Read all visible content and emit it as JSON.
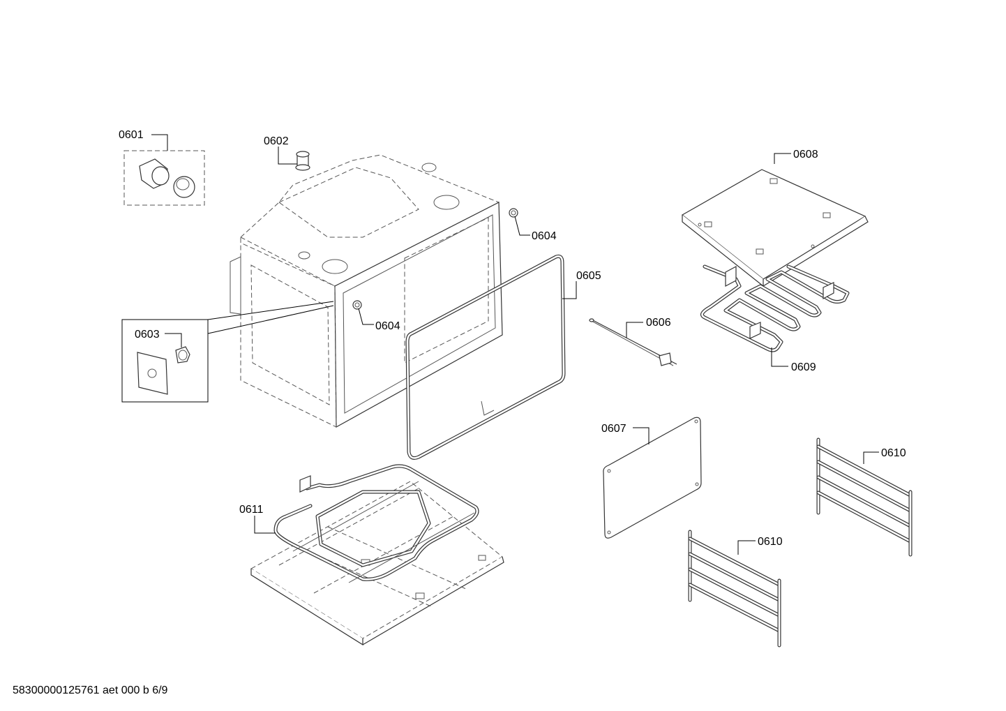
{
  "callouts": {
    "p0601": "0601",
    "p0602": "0602",
    "p0603": "0603",
    "p0604a": "0604",
    "p0604b": "0604",
    "p0605": "0605",
    "p0606": "0606",
    "p0607": "0607",
    "p0608": "0608",
    "p0609": "0609",
    "p0610a": "0610",
    "p0610b": "0610",
    "p0611": "0611"
  },
  "footer": {
    "doc_code": "58300000125761 aet 000 b 6/9"
  }
}
